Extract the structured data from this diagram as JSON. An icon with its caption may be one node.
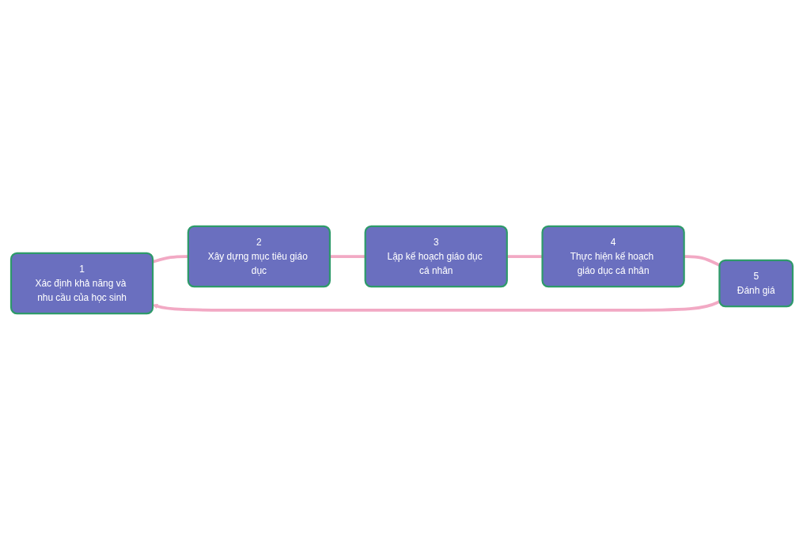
{
  "diagram": {
    "nodes": [
      {
        "text": [
          "1",
          "Xác định khả năng và nhu cầu của học sinh"
        ]
      },
      {
        "text": [
          "2",
          "Xây dựng mục tiêu giáo dục"
        ]
      },
      {
        "text": [
          "3",
          "Lập kế hoạch giáo dục cá nhân"
        ]
      },
      {
        "text": [
          "4",
          "Thực hiện kế hoạch giáo dục cá nhân"
        ]
      },
      {
        "text": [
          "5",
          "Đánh giá"
        ]
      }
    ],
    "edges": [
      {
        "from": 0,
        "to": 1,
        "arrow": "none"
      },
      {
        "from": 1,
        "to": 2,
        "arrow": "none"
      },
      {
        "from": 2,
        "to": 3,
        "arrow": "none"
      },
      {
        "from": 3,
        "to": 4,
        "arrow": "none"
      },
      {
        "from": 4,
        "to": 0,
        "arrow": "to"
      }
    ]
  }
}
